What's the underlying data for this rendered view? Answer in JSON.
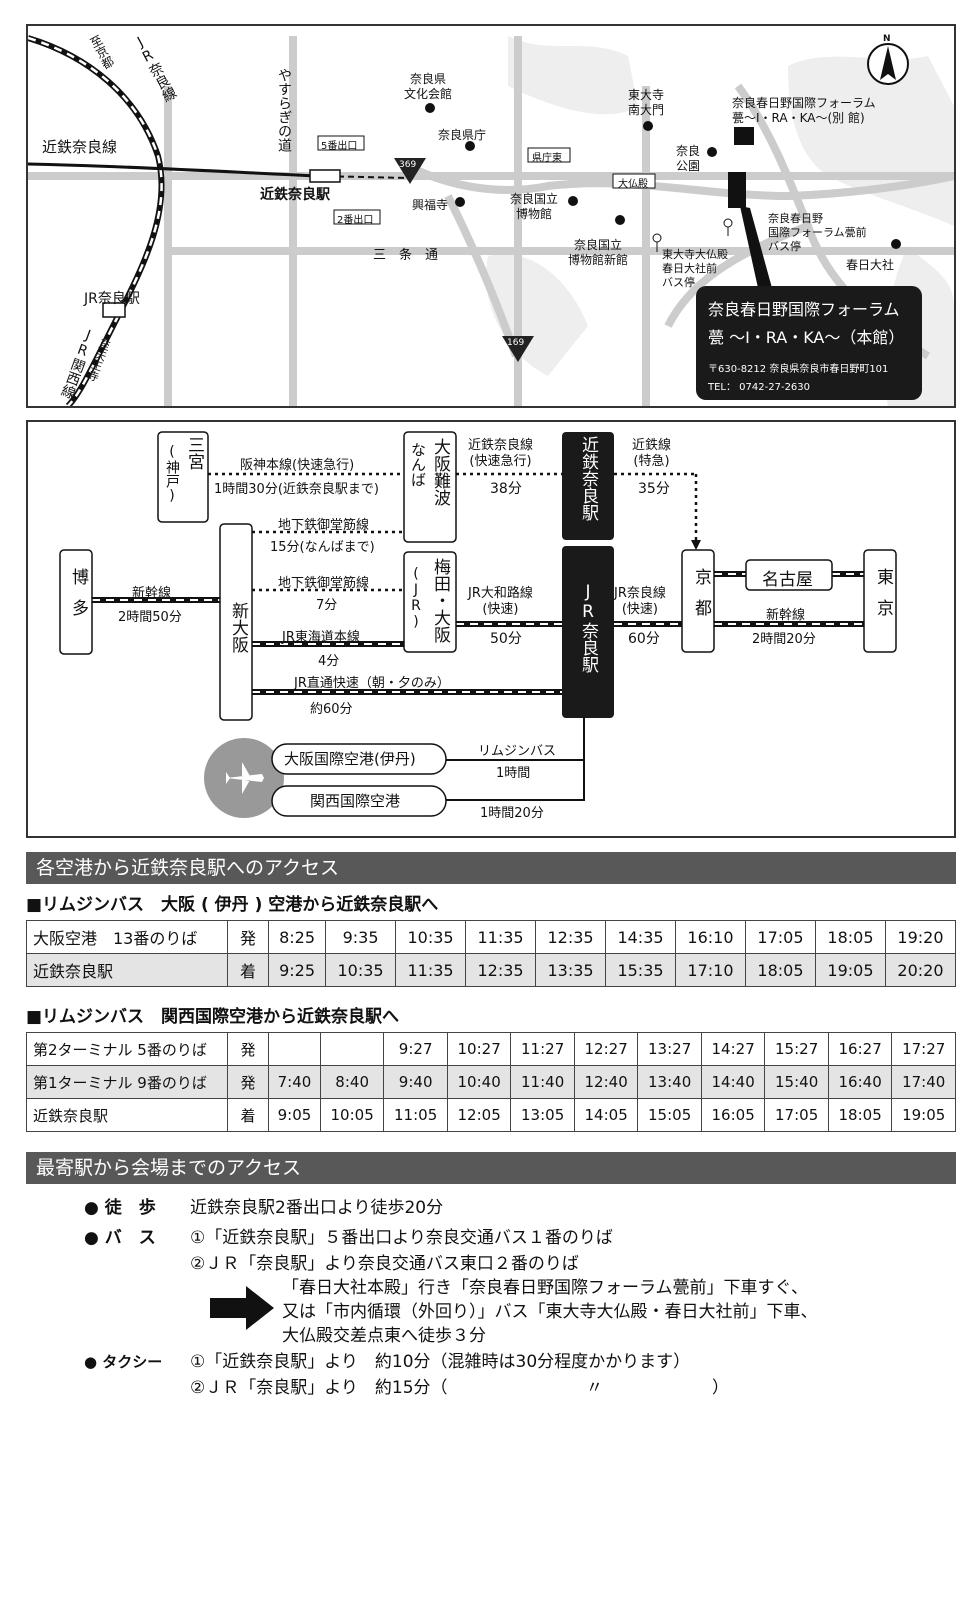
{
  "map": {
    "north": "N",
    "lines": {
      "kintetsu_nara_line": "近鉄奈良線",
      "jr_nara_line": "JR奈良線",
      "jr_kansai_line": "JR関西線",
      "to_kyoto": "至京都",
      "to_tennoji": "至天王寺",
      "yasuragi": "やすらぎの道",
      "sanjo": "三　条　通",
      "road_369": "369",
      "road_169": "169"
    },
    "stations": {
      "kintetsu_nara": "近鉄奈良駅",
      "jr_nara": "JR奈良駅",
      "exit5": "5番出口",
      "exit2": "2番出口"
    },
    "landmarks": {
      "bunka_kaikan": "奈良県\n文化会館",
      "kencho": "奈良県庁",
      "kofukuji": "興福寺",
      "museum": "奈良国立\n博物館",
      "museum_new": "奈良国立\n博物館新館",
      "todaiji_nandaimon": "東大寺\n南大門",
      "nara_koen": "奈良\n公園",
      "forum_annex": "奈良春日野国際フォーラム\n甍〜I・RA・KA〜(別 館)",
      "forum_bus": "奈良春日野\n国際フォーラム甍前\nバス停",
      "todaiji_bus": "東大寺大仏殿\n春日大社前\nバス停",
      "kasuga_taisha": "春日大社",
      "kenchohigashi": "県庁東",
      "daibutsuden": "大仏殿"
    },
    "venue": {
      "name": "奈良春日野国際フォーラム",
      "sub": "甍 〜I・RA・KA〜（本館）",
      "address": "〒630-8212 奈良県奈良市春日野町101",
      "tel": "TEL： 0742-27-2630"
    }
  },
  "routes": {
    "nodes": {
      "sannomiya": "三宮",
      "kobe": "(神戸)",
      "osaka_namba": "大阪難波",
      "namba": "なんば",
      "kintetsu_nara": "近鉄奈良駅",
      "kyoto": "京都",
      "hakata": "博多",
      "shin_osaka": "新大阪",
      "umeda": "梅田・大阪",
      "jr_paren": "(JR)",
      "jr_nara": "JR奈良駅",
      "nagoya": "名古屋",
      "tokyo": "東京",
      "itami": "大阪国際空港(伊丹)",
      "kansai": "関西国際空港"
    },
    "edges": {
      "hanshin_name": "阪神本線(快速急行)",
      "hanshin_time": "1時間30分(近鉄奈良駅まで)",
      "kin_namba_name": "近鉄奈良線\n(快速急行)",
      "kin_namba_time": "38分",
      "kin_kyoto_name": "近鉄線\n(特急)",
      "kin_kyoto_time": "35分",
      "mido1_name": "地下鉄御堂筋線",
      "mido1_time": "15分(なんばまで)",
      "mido2_name": "地下鉄御堂筋線",
      "mido2_time": "7分",
      "shinkansen_w_name": "新幹線",
      "shinkansen_w_time": "2時間50分",
      "tokaido_name": "JR東海道本線",
      "tokaido_time": "4分",
      "yamatoji_name": "JR大和路線\n(快速)",
      "yamatoji_time": "50分",
      "jrnara_name": "JR奈良線\n(快速)",
      "jrnara_time": "60分",
      "shinkansen_e_name": "新幹線",
      "shinkansen_e_time": "2時間20分",
      "chokutsu_name": "JR直通快速（朝・夕のみ）",
      "chokutsu_time": "約60分",
      "limo_name": "リムジンバス",
      "limo_itami_time": "1時間",
      "limo_kansai_time": "1時間20分"
    }
  },
  "airport_access": {
    "header": "各空港から近鉄奈良駅へのアクセス",
    "itami": {
      "title": "■リムジンバス　大阪 ( 伊丹 ) 空港から近鉄奈良駅へ",
      "rows": [
        {
          "label": "大阪空港　13番のりば",
          "type": "発",
          "times": [
            "8:25",
            "9:35",
            "10:35",
            "11:35",
            "12:35",
            "14:35",
            "16:10",
            "17:05",
            "18:05",
            "19:20"
          ]
        },
        {
          "label": "近鉄奈良駅",
          "type": "着",
          "times": [
            "9:25",
            "10:35",
            "11:35",
            "12:35",
            "13:35",
            "15:35",
            "17:10",
            "18:05",
            "19:05",
            "20:20"
          ]
        }
      ]
    },
    "kansai": {
      "title": "■リムジンバス　関西国際空港から近鉄奈良駅へ",
      "rows": [
        {
          "label": "第2ターミナル  5番のりば",
          "type": "発",
          "times": [
            "",
            "",
            "9:27",
            "10:27",
            "11:27",
            "12:27",
            "13:27",
            "14:27",
            "15:27",
            "16:27",
            "17:27"
          ]
        },
        {
          "label": "第1ターミナル  9番のりば",
          "type": "発",
          "times": [
            "7:40",
            "8:40",
            "9:40",
            "10:40",
            "11:40",
            "12:40",
            "13:40",
            "14:40",
            "15:40",
            "16:40",
            "17:40"
          ]
        },
        {
          "label": "近鉄奈良駅",
          "type": "着",
          "times": [
            "9:05",
            "10:05",
            "11:05",
            "12:05",
            "13:05",
            "14:05",
            "15:05",
            "16:05",
            "17:05",
            "18:05",
            "19:05"
          ]
        }
      ]
    }
  },
  "station_access": {
    "header": "最寄駅から会場までのアクセス",
    "walk_label": "● 徒　歩",
    "walk_text": "近鉄奈良駅2番出口より徒歩20分",
    "bus_label": "● バ　ス",
    "bus_1": "①「近鉄奈良駅」５番出口より奈良交通バス１番のりば",
    "bus_2": "②ＪＲ「奈良駅」より奈良交通バス東口２番のりば",
    "bus_detail_1": "「春日大社本殿」行き「奈良春日野国際フォーラム甍前」下車すぐ、",
    "bus_detail_2": "又は「市内循環（外回り）」バス「東大寺大仏殿・春日大社前」下車、",
    "bus_detail_3": "大仏殿交差点東へ徒歩３分",
    "taxi_label": "● タクシー",
    "taxi_1": "①「近鉄奈良駅」より　約10分（混雑時は30分程度かかります）",
    "taxi_2": "②ＪＲ「奈良駅」より　約15分（",
    "taxi_2_ditto": "〃",
    "taxi_2_close": "）"
  }
}
